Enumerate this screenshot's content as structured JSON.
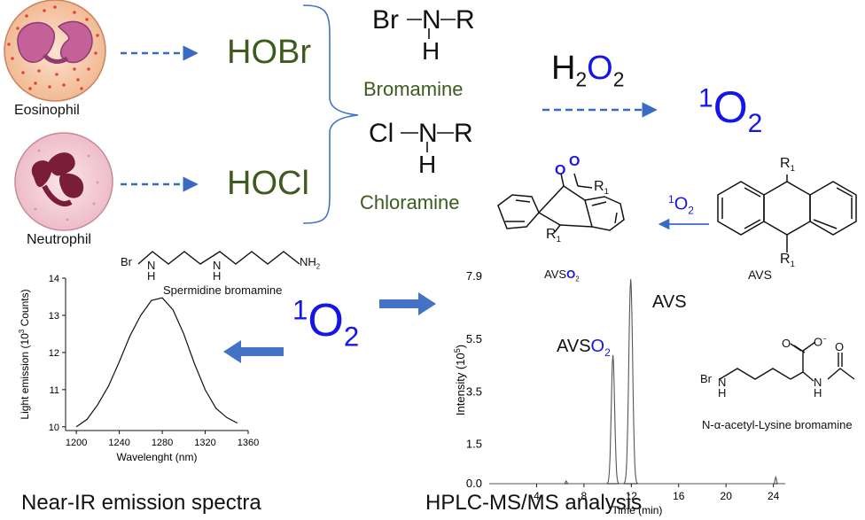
{
  "cells": {
    "eosinophil_label": "Eosinophil",
    "neutrophil_label": "Neutrophil"
  },
  "oxidants": {
    "hobr": "HOBr",
    "hocl": "HOCl"
  },
  "haloamines": {
    "bromamine_formula": {
      "halogen": "Br",
      "n": "N",
      "r": "R",
      "h": "H"
    },
    "bromamine_label": "Bromamine",
    "chloramine_formula": {
      "halogen": "Cl",
      "n": "N",
      "r": "R",
      "h": "H"
    },
    "chloramine_label": "Chloramine"
  },
  "reaction": {
    "h2o2": {
      "h": "H",
      "sub2": "2",
      "o": "O",
      "sub2b": "2"
    },
    "singlet_oxygen_top": {
      "sup": "1",
      "o": "O",
      "sub": "2"
    },
    "singlet_oxygen_small": {
      "sup": "1",
      "o": "O",
      "sub": "2"
    },
    "singlet_oxygen_mid": {
      "sup": "1",
      "o": "O",
      "sub": "2"
    }
  },
  "avs": {
    "label": "AVS",
    "r1_top": "R",
    "r1_bottom": "R",
    "r1_sub": "1",
    "endoperoxide_r1_right": "R",
    "endoperoxide_r1_left": "R",
    "endoperoxide_o1": "O",
    "endoperoxide_o2": "O"
  },
  "spermidine": {
    "br": "Br",
    "n1": "N",
    "h1": "H",
    "n2": "N",
    "h2": "H",
    "nh2": "NH",
    "nh2_sub": "2",
    "label": "Spermidine bromamine"
  },
  "lysine": {
    "br": "Br",
    "n1": "N",
    "h1": "H",
    "n2": "N",
    "h2": "H",
    "o1": "O",
    "o_minus": "O",
    "minus": "−",
    "o3": "O",
    "label": "N-α-acetyl-Lysine bromamine"
  },
  "hplc": {
    "avso2_top": "AVS",
    "avso2_top_o": "O",
    "avso2_top_sub": "2",
    "avs_peak_label": "AVS",
    "avso2_peak_label": "AVS",
    "avso2_peak_o": "O",
    "avso2_peak_sub": "2",
    "caption": "HPLC-MS/MS analysis"
  },
  "nir": {
    "caption": "Near-IR emission spectra"
  },
  "chart_data": [
    {
      "type": "line",
      "title": "",
      "xlabel": "Wavelenght (nm)",
      "ylabel_main": "Light emission (10",
      "ylabel_sup": "3",
      "ylabel_tail": " Counts)",
      "xlim": [
        1190,
        1360
      ],
      "ylim": [
        9.9,
        14
      ],
      "xticks": [
        1200,
        1240,
        1280,
        1320,
        1360
      ],
      "yticks": [
        10,
        11,
        12,
        13,
        14
      ],
      "grid": false,
      "series": [
        {
          "x": [
            1200,
            1210,
            1220,
            1230,
            1240,
            1250,
            1260,
            1270,
            1280,
            1290,
            1300,
            1310,
            1320,
            1330,
            1340,
            1350
          ],
          "y": [
            10.0,
            10.2,
            10.6,
            11.1,
            11.75,
            12.45,
            13.0,
            13.4,
            13.47,
            13.15,
            12.5,
            11.7,
            11.0,
            10.5,
            10.25,
            10.1
          ]
        }
      ]
    },
    {
      "type": "line",
      "title": "",
      "xlabel": "Time (min)",
      "ylabel_main": "Intensity (10",
      "ylabel_sup": "5",
      "ylabel_tail": ")",
      "xlim": [
        0,
        25
      ],
      "ylim": [
        0,
        7.9
      ],
      "xticks": [
        4,
        8,
        12,
        16,
        20,
        24
      ],
      "yticks": [
        0.0,
        1.5,
        3.5,
        5.5,
        7.9
      ],
      "ytick_labels": [
        "0.0",
        "1.5",
        "3.5",
        "5.5",
        "7.9"
      ],
      "grid": false,
      "series": [
        {
          "peaks": [
            {
              "center": 10.45,
              "height": 4.9,
              "width": 0.14
            },
            {
              "center": 11.95,
              "height": 7.8,
              "width": 0.16
            },
            {
              "center": 6.5,
              "height": 0.1,
              "width": 0.06
            },
            {
              "center": 24.2,
              "height": 0.25,
              "width": 0.06
            }
          ]
        }
      ]
    }
  ],
  "colors": {
    "arrow_blue": "#3a6bc4",
    "bold_arrow": "#4472c4",
    "text_green": "#3d5b1f",
    "singlet_blue": "#1515e6",
    "bracket": "#4472c4"
  }
}
